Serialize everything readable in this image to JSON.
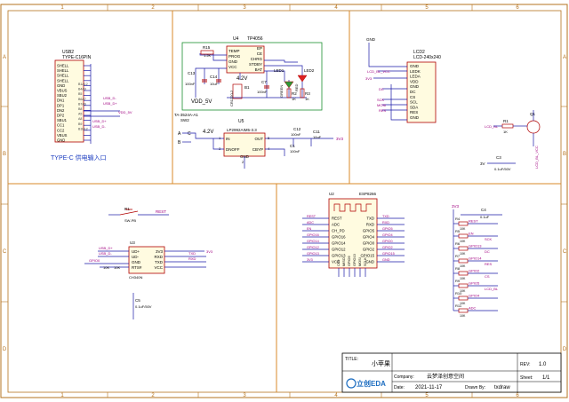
{
  "border": {
    "cols": [
      "1",
      "2",
      "3",
      "4",
      "5",
      "6"
    ],
    "rows": [
      "A",
      "B",
      "C",
      "D"
    ]
  },
  "usb": {
    "ref": "USB2",
    "part": "TYPE-C16PIN",
    "pins": [
      "SHELL",
      "SHELL",
      "SHELL",
      "SHELL",
      "GND",
      "VBUS",
      "SBU2",
      "DN1",
      "DP1",
      "DN2",
      "DP2",
      "SBU1",
      "CC1",
      "CC2",
      "VBUS",
      "GND"
    ],
    "pin_nums": [
      "B1A12",
      "B4A9",
      "B5",
      "B6A7",
      "B7A6",
      "B8",
      "A5",
      "A8",
      "B9",
      "B1B12"
    ],
    "nets": [
      "USB_D-",
      "USB_D+",
      "VDD_5V",
      "USB_D+",
      "USB_D-"
    ],
    "caption": "TYPE-C 供电输入口"
  },
  "charger": {
    "ic_ref": "U4",
    "ic_part": "TP4056",
    "left_pins": [
      "TEMP",
      "PROG",
      "GND",
      "VCC"
    ],
    "right_pins": [
      "EP",
      "CE",
      "CHRG",
      "STDBY",
      "BAT"
    ],
    "r15": "R15",
    "r15_val": "1.2K",
    "c13": "C13",
    "c13_val": "100nF",
    "c14": "C14",
    "c14_val": "10uF",
    "c7": "C7",
    "c7_val": "100nF",
    "batt": "CR1220-2",
    "b1": "B1",
    "vbat": "4.2V",
    "led1": "LED1",
    "led1_color": "GREEN",
    "led2": "LED2",
    "led2_color": "RED",
    "r2": "R2",
    "r2_val": "1K",
    "r3": "R3",
    "r3_val": "1K",
    "vdd": "VDD_5V"
  },
  "ldo": {
    "sw": "TA-3524A-A1",
    "sw_ref": "SW2",
    "pin_a": "A",
    "pin_b": "B",
    "pin_c": "C",
    "vin": "4.2V",
    "ic_ref": "U5",
    "ic_part": "LP2992AIM5-3.3",
    "pins": [
      "IN",
      "DNOFF",
      "GND",
      "OUT",
      "CBYP"
    ],
    "pin_nums": [
      "1",
      "3",
      "2",
      "5",
      "4"
    ],
    "c12": "C12",
    "c12_val": "100nF",
    "c11": "C11",
    "c11_val": "10uF",
    "c1": "C1",
    "c1_val": "100nF",
    "out": "3V3"
  },
  "lcd": {
    "ref": "LCD2",
    "part": "LCD-240x240",
    "pins": [
      "GND",
      "LEDK",
      "LEDA",
      "VDD",
      "GND",
      "DC",
      "CS",
      "SCL",
      "SDA",
      "RES",
      "GND"
    ],
    "nets": [
      "LCD_BL_VCC",
      "3V3",
      "DC",
      "SCK",
      "MOSI",
      "RES"
    ],
    "gnd": "GND"
  },
  "backlight": {
    "net": "LCD_BL",
    "r": "R1",
    "r_val": "1K",
    "q": "Q1",
    "vcc_net": "LCD_BL_VCC",
    "c": "C3",
    "c_val": "0.1uF/50V",
    "vin": "3V"
  },
  "reset": {
    "ref": "R1",
    "sw": "SW-PB",
    "net": "REST"
  },
  "ch340": {
    "ref": "U3",
    "part": "CH340N",
    "left_pins": [
      "UD+",
      "UD-",
      "GND",
      "RTS#"
    ],
    "right_pins": [
      "3V3",
      "RXD",
      "TXD",
      "VCC"
    ],
    "nets": [
      "USB_D+",
      "USB_D-",
      "GPIO0",
      "TXD",
      "RXD",
      "3V3"
    ],
    "r_vals": [
      "10K",
      "10K"
    ],
    "c": "C5",
    "c_val": "0.1uF/50V"
  },
  "esp": {
    "ref": "U2",
    "part": "ESP8266",
    "left_pins": [
      "REST",
      "ADC",
      "CH_PD",
      "GPIO16",
      "GPIO14",
      "GPIO12",
      "GPIO13",
      "VCC"
    ],
    "right_pins": [
      "TXD",
      "RXD",
      "GPIO5",
      "GPIO4",
      "GPIO0",
      "GPIO2",
      "GPIO15",
      "GND"
    ],
    "bottom_pins": [
      "CS0",
      "MISO",
      "GPIO9",
      "GPIO10",
      "MOSI",
      "SCLK"
    ],
    "left_nets": [
      "REST",
      "ADC",
      "EN",
      "GPIO16",
      "GPIO14",
      "GPIO12",
      "GPIO13",
      "3V3"
    ],
    "right_nets": [
      "TXD",
      "RXD",
      "GPIO5",
      "GPIO4",
      "GPIO0",
      "GPIO2",
      "GPIO15",
      "GND"
    ]
  },
  "pullups": {
    "vcc": "3V3",
    "rows": [
      [
        "R4",
        "10K",
        "REST"
      ],
      [
        "R5",
        "10K",
        "EN"
      ],
      [
        "R6",
        "10K",
        "GPIO13"
      ],
      [
        "R7",
        "10K",
        "GPIO14"
      ],
      [
        "R8",
        "10K",
        "GPIO2"
      ],
      [
        "R9",
        "10K",
        "GPIO5"
      ],
      [
        "R10",
        "10K",
        "GPIO4"
      ],
      [
        "R11",
        "10K",
        "ADC"
      ]
    ],
    "right_nets": [
      "SCK",
      "DC",
      "RES",
      "CS",
      "LCD_BL"
    ],
    "c": "C4",
    "c_val": "0.1uF"
  },
  "title_block": {
    "title_label": "TITLE:",
    "title": "小苹果",
    "rev_label": "REV:",
    "rev": "1.0",
    "company_label": "Company:",
    "company": "云梦泽创意空间",
    "sheet_label": "Sheet:",
    "sheet": "1/1",
    "date_label": "Date:",
    "date": "2021-11-17",
    "drawn_label": "Drawn By:",
    "drawn": "txdraw",
    "logo": "立创EDA"
  },
  "colors": {
    "border": "#b5731f",
    "wire": "#1a1aa8",
    "part": "#b00000",
    "net": "#a00080",
    "blue": "#1b3cc0"
  }
}
